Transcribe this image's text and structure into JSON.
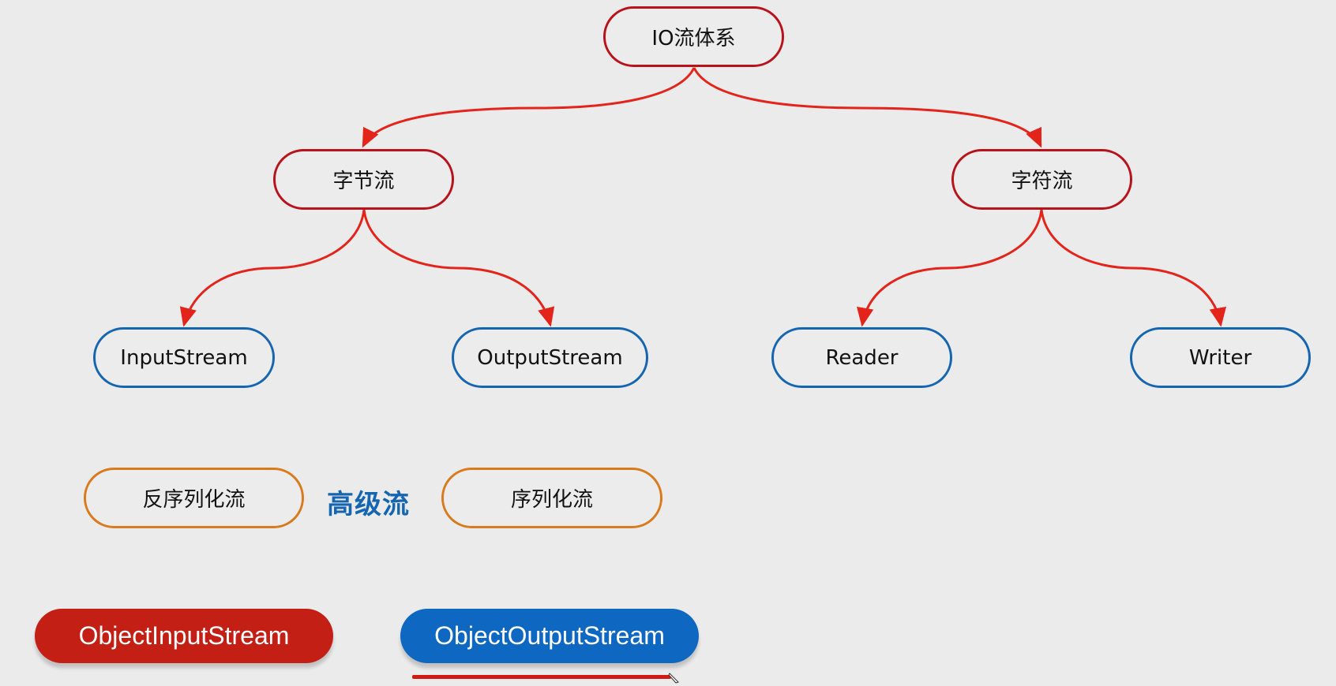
{
  "diagram": {
    "root": {
      "label": "IO流体系"
    },
    "byte_stream": {
      "label": "字节流"
    },
    "char_stream": {
      "label": "字符流"
    },
    "input_stream": {
      "label": "InputStream"
    },
    "output_stream": {
      "label": "OutputStream"
    },
    "reader": {
      "label": "Reader"
    },
    "writer": {
      "label": "Writer"
    },
    "deserialization_stream": {
      "label": "反序列化流"
    },
    "advanced_stream": {
      "label": "高级流"
    },
    "serialization_stream": {
      "label": "序列化流"
    },
    "object_input_stream": {
      "label": "ObjectInputStream"
    },
    "object_output_stream": {
      "label": "ObjectOutputStream"
    }
  },
  "colors": {
    "background": "#ebebeb",
    "connector": "#e3241a",
    "level1_border": "#b8121a",
    "level2_border": "#1565b0",
    "level3_border": "#d97a1c",
    "object_input_fill": "#c41f14",
    "object_output_fill": "#0e67c0",
    "advanced_label": "#1565b0",
    "underline": "#d11a14"
  },
  "icons": {
    "annotation_cursor": "pen-icon"
  }
}
